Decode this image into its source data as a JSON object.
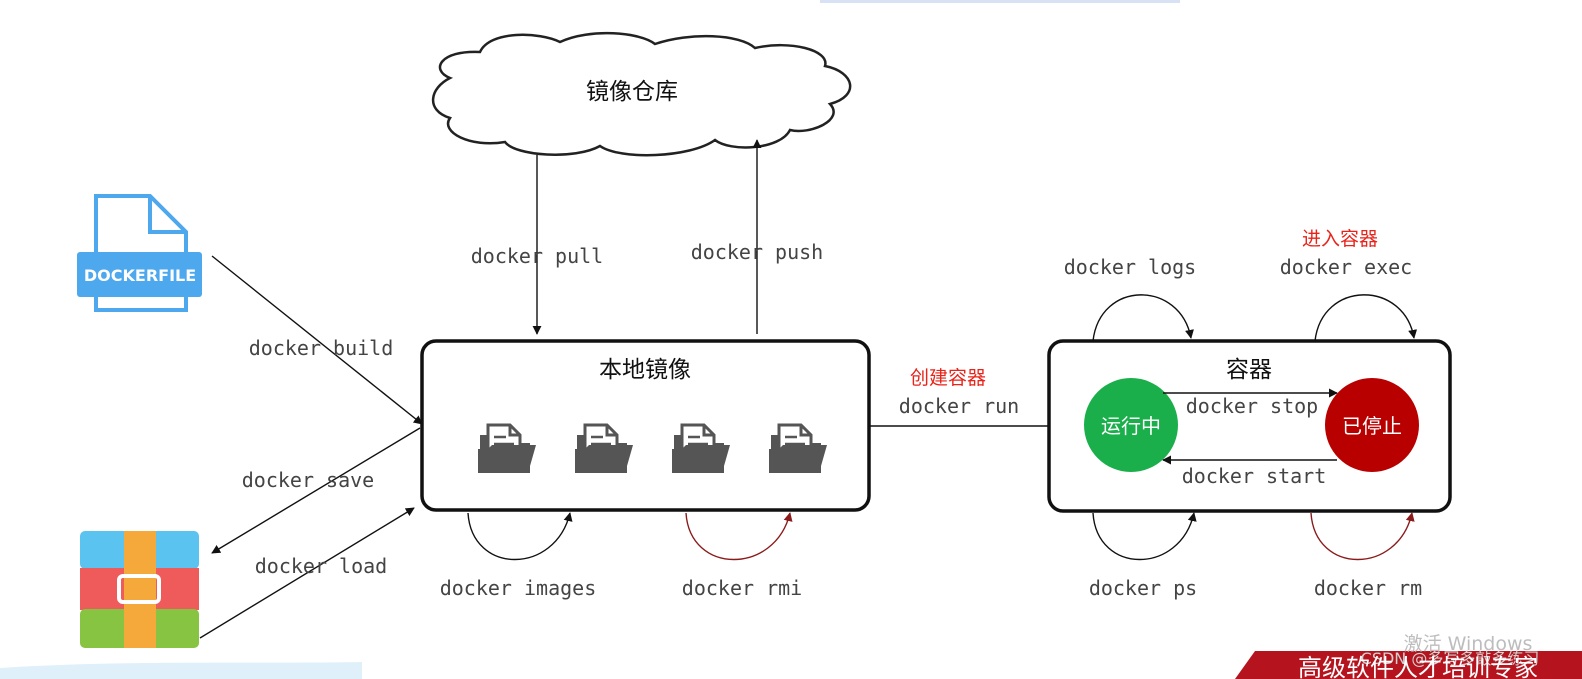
{
  "nodes": {
    "registry": "镜像仓库",
    "local_images": "本地镜像",
    "container": "容器",
    "running": "运行中",
    "stopped": "已停止",
    "dockerfile": "DOCKERFILE"
  },
  "commands": {
    "pull": "docker pull",
    "push": "docker push",
    "build": "docker build",
    "save": "docker save",
    "load": "docker load",
    "images": "docker images",
    "rmi": "docker rmi",
    "run": "docker run",
    "logs": "docker logs",
    "exec": "docker exec",
    "stop": "docker stop",
    "start": "docker start",
    "ps": "docker ps",
    "rm": "docker rm"
  },
  "annotations": {
    "create_container": "创建容器",
    "enter_container": "进入容器"
  },
  "watermark": {
    "activate": "激活 Windows",
    "csdn": "CSDN @多写多敲多练习",
    "banner": "高级软件人才培训专家"
  },
  "colors": {
    "running": "#1aaf4b",
    "stopped": "#b80000",
    "annotation_red": "#e8231a",
    "dockerfile_blue": "#4ea8ee"
  },
  "icons": [
    "cloud-icon",
    "dockerfile-icon",
    "archive-icon",
    "document-folder-icon"
  ]
}
